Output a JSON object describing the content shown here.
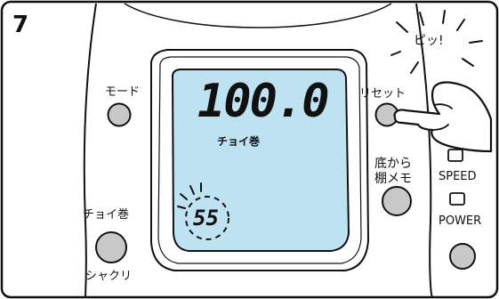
{
  "step_number": "7",
  "display": {
    "value": "100.0",
    "mode_label": "チョイ巻",
    "sub_value": "55"
  },
  "labels": {
    "mode": "モード",
    "reset": "リセット",
    "bottom_shelf": [
      "底から",
      "棚メモ"
    ],
    "speed": "SPEED",
    "power": "POWER",
    "choi_maki": "チョイ巻",
    "shakuri": "シャクリ"
  },
  "beep": "ピッ!"
}
